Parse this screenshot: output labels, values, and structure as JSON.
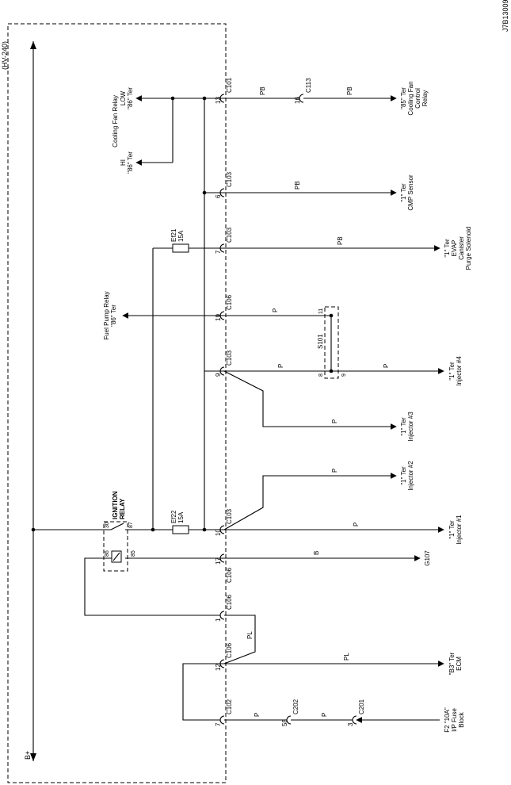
{
  "drawing_id": "J7B13009",
  "panel_label": "(HV-240)",
  "bplus": "B+",
  "connectors": {
    "c101": "C101",
    "c103": "C103",
    "c106": "C106",
    "c102": "C102",
    "c113": "C113",
    "c202": "C202",
    "c201": "C201"
  },
  "pins": {
    "p13": "13",
    "p6": "6",
    "p7a": "7",
    "p19": "19",
    "p9": "9",
    "p10": "10",
    "p17": "17",
    "p1": "1",
    "p12": "12",
    "p7b": "7",
    "p16": "16",
    "p58": "58",
    "p3": "3",
    "s11": "11",
    "s8": "8",
    "s9": "9"
  },
  "splice": "S101",
  "fuses": {
    "f21_name": "Ef21",
    "f21_amp": "15A",
    "f22_name": "Ef22",
    "f22_amp": "15A"
  },
  "relay": {
    "line1": "IGNITION",
    "line2": "RELAY",
    "t86": "86",
    "t85": "85",
    "t30": "30",
    "t87": "87"
  },
  "wire_colors": {
    "pb": "PB",
    "p": "P",
    "b": "B",
    "pl": "PL"
  },
  "cooling_relay": {
    "line1": "Cooling Fan Relay",
    "low": "LOW",
    "low_ter": "\"86\" Ter",
    "hi": "HI",
    "hi_ter": "\"86\" Ter"
  },
  "fuel_pump_relay": {
    "line1": "Fuel Pump Relay",
    "line2": "\"86\" Ter"
  },
  "components": {
    "cfcr": [
      "\"85\" Ter",
      "Cooling Fan",
      "Control",
      "Relay"
    ],
    "cmp": [
      "\"1\" Ter",
      "CMP Sensor"
    ],
    "evap": [
      "\"1\" Ter",
      "EVAP",
      "Canister",
      "Purge Solenoid"
    ],
    "inj4": [
      "\"1\" Ter",
      "Injector #4"
    ],
    "inj3": [
      "\"1\" Ter",
      "Injector #3"
    ],
    "inj2": [
      "\"1\" Ter",
      "Injector #2"
    ],
    "inj1": [
      "\"1\" Ter",
      "Injector #1"
    ],
    "g107": "G107",
    "ecm": [
      "\"B3\" Ter",
      "ECM"
    ],
    "ipfuse": [
      "F2 \"10A\"",
      "I/P Fuse",
      "Block"
    ]
  }
}
